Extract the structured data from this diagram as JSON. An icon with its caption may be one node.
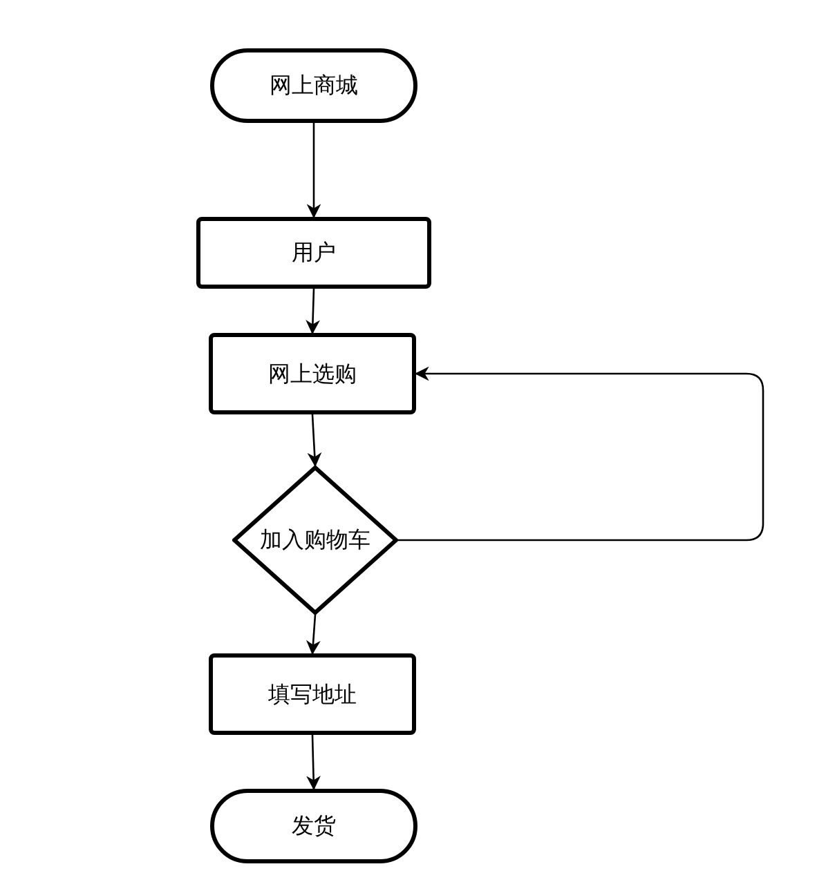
{
  "diagram": {
    "nodes": [
      {
        "text": [
          "网上商城"
        ]
      },
      {
        "text": [
          "用户"
        ]
      },
      {
        "text": [
          "网上选购"
        ]
      },
      {
        "text": [
          "加入购物车"
        ]
      },
      {
        "text": [
          "填写地址"
        ]
      },
      {
        "text": [
          "发货"
        ]
      }
    ],
    "edges": [
      {
        "from": 0,
        "to": 1,
        "arrow": "to"
      },
      {
        "from": 1,
        "to": 2,
        "arrow": "to"
      },
      {
        "from": 2,
        "to": 3,
        "arrow": "to"
      },
      {
        "from": 3,
        "to": 4,
        "arrow": "to"
      },
      {
        "from": 4,
        "to": 5,
        "arrow": "to"
      },
      {
        "from": 3,
        "to": 2,
        "arrow": "to"
      }
    ]
  }
}
